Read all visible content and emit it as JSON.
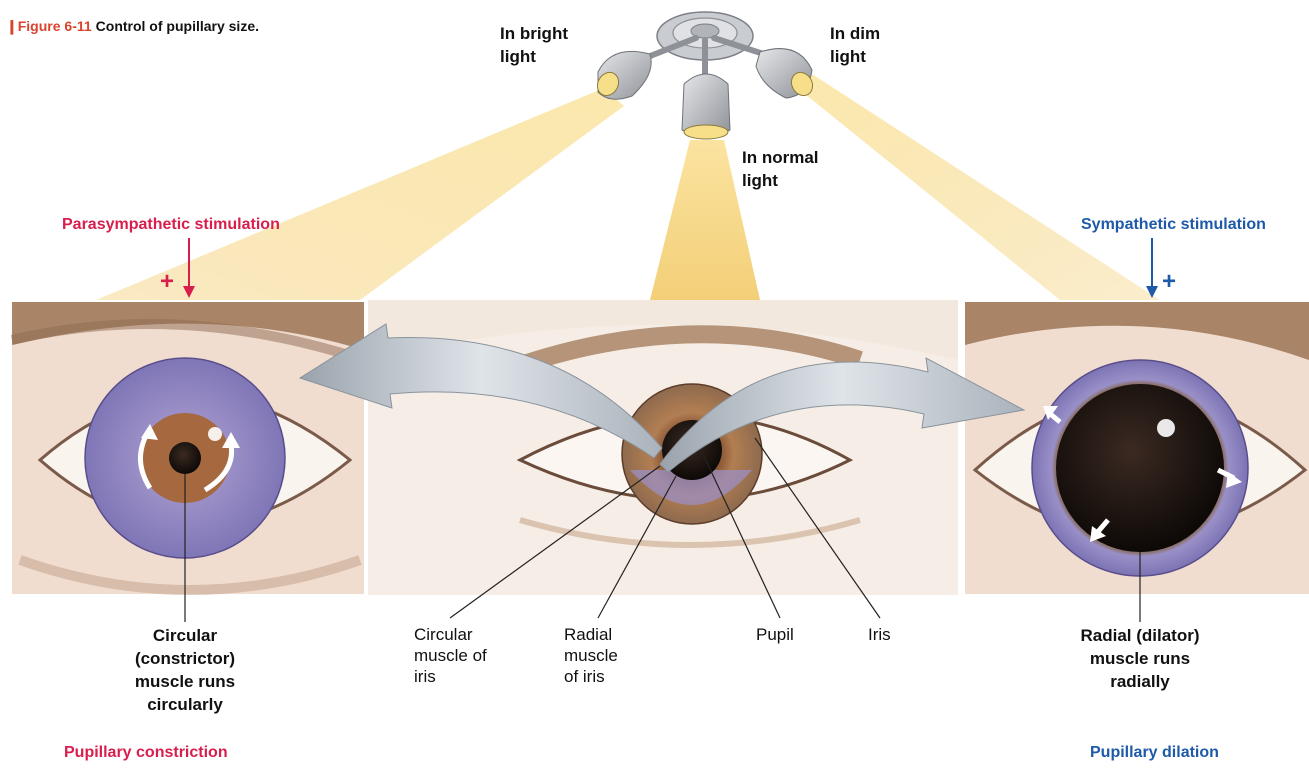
{
  "figure": {
    "number": "Figure 6-11",
    "title": "Control of pupillary size.",
    "marker_color": "#d8442e"
  },
  "lights": {
    "bright": "In bright light",
    "dim": "In dim light",
    "normal": "In normal light"
  },
  "stimulation": {
    "parasympathetic": {
      "label": "Parasympathetic stimulation",
      "sign": "+",
      "color": "#d81e4d"
    },
    "sympathetic": {
      "label": "Sympathetic stimulation",
      "sign": "+",
      "color": "#1e5aa8"
    }
  },
  "labels": {
    "circular_left": "Circular (constrictor) muscle runs circularly",
    "circular_muscle": "Circular muscle of iris",
    "radial_muscle": "Radial muscle of iris",
    "pupil": "Pupil",
    "iris": "Iris",
    "radial_right": "Radial (dilator) muscle runs radially"
  },
  "results": {
    "constriction": "Pupillary constriction",
    "dilation": "Pupillary dilation"
  },
  "colors": {
    "light_beam": "#f7d98a",
    "iris_purple": "#8f86c4",
    "iris_brown": "#a9744a",
    "skin": "#f0d7c8",
    "lamp": "#b9bcc2"
  }
}
